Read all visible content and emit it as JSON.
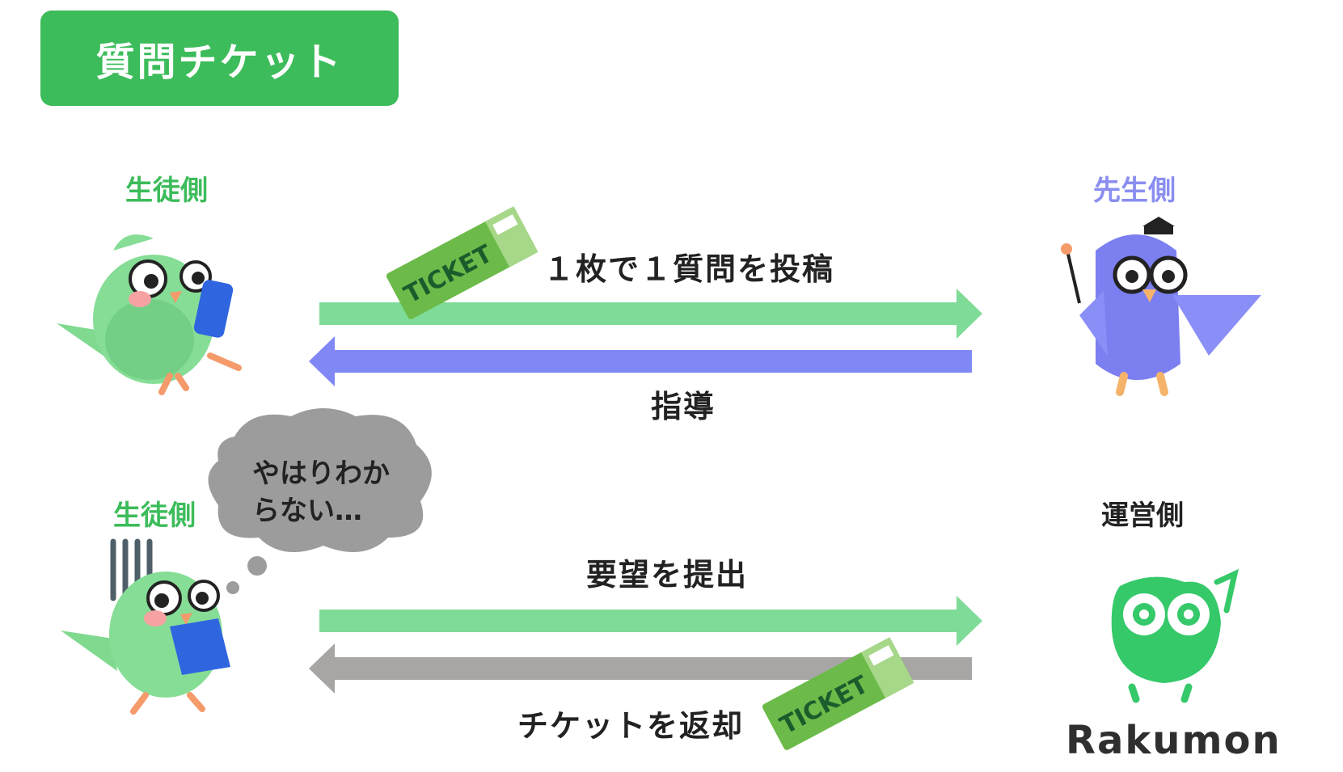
{
  "title": "質問チケット",
  "roles": {
    "student_top": "生徒側",
    "teacher": "先生側",
    "student_bottom": "生徒側",
    "operations": "運営側"
  },
  "flows": {
    "post": "１枚で１質問を投稿",
    "guidance": "指導",
    "request": "要望を提出",
    "return": "チケットを返却"
  },
  "thought": {
    "line1": "やはりわか",
    "line2": "らない…"
  },
  "ticket_text": "TICKET",
  "brand": "Rakumon",
  "icons": {
    "student_phone": "student-owl-with-phone-icon",
    "teacher": "teacher-owl-icon",
    "student_book": "student-owl-with-book-icon",
    "logo": "rakumon-owl-logo-icon"
  },
  "colors": {
    "green": "#3cbc5a",
    "arrow_green": "#7fdc98",
    "arrow_purple": "#8088f5",
    "arrow_gray": "#a8a5a5",
    "teacher_label": "#8a8ef0"
  }
}
